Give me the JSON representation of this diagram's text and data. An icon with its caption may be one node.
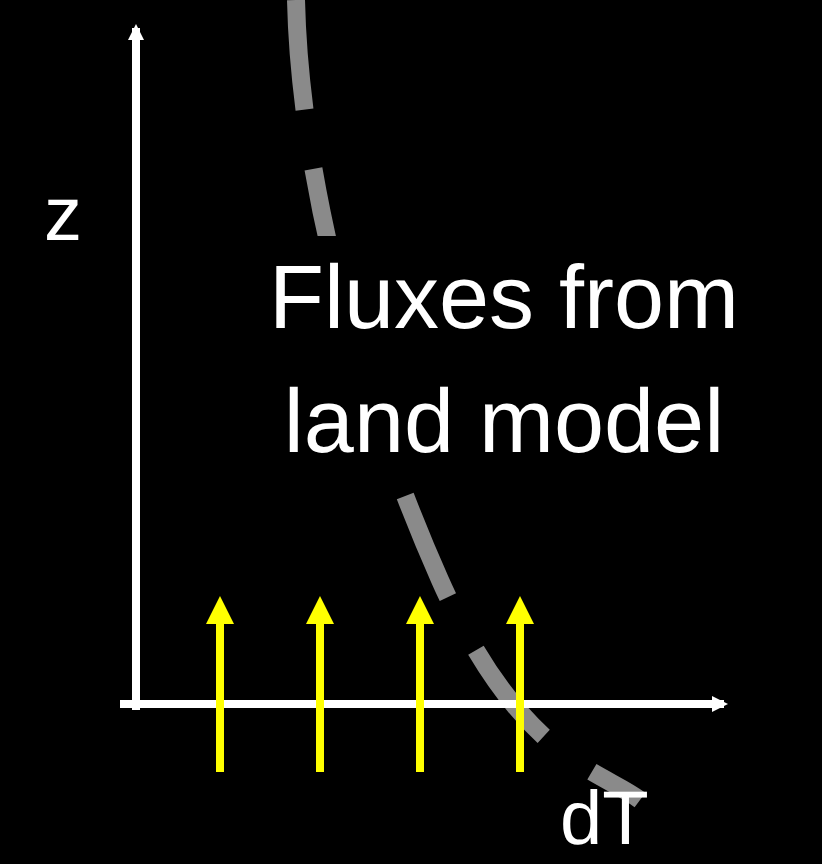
{
  "diagram": {
    "labels": [
      "z",
      "Fluxes from land model",
      "dT"
    ]
  }
}
